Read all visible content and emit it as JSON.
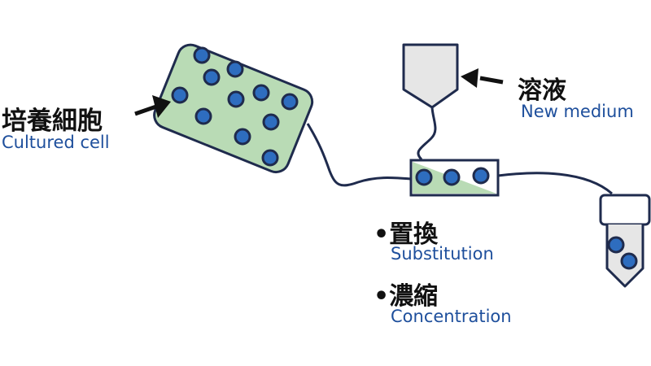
{
  "labels": {
    "cultured_cell": {
      "jp": "培養細胞",
      "en": "Cultured cell"
    },
    "new_medium": {
      "jp": "溶液",
      "en": "New medium"
    },
    "substitution": {
      "bullet": "•",
      "jp": "置換",
      "en": "Substitution"
    },
    "concentration": {
      "bullet": "•",
      "jp": "濃縮",
      "en": "Concentration"
    }
  },
  "colors": {
    "outline": "#1f2b4d",
    "cell_fill": "#2e6dbf",
    "culture_fill": "#b9dbb5",
    "reservoir_fill": "#e6e6e6",
    "english_text": "#1e4f9c",
    "japanese_text": "#111111"
  },
  "icons": {
    "arrow_to_culture": "arrow-right-icon",
    "arrow_to_reservoir": "arrow-left-icon"
  }
}
